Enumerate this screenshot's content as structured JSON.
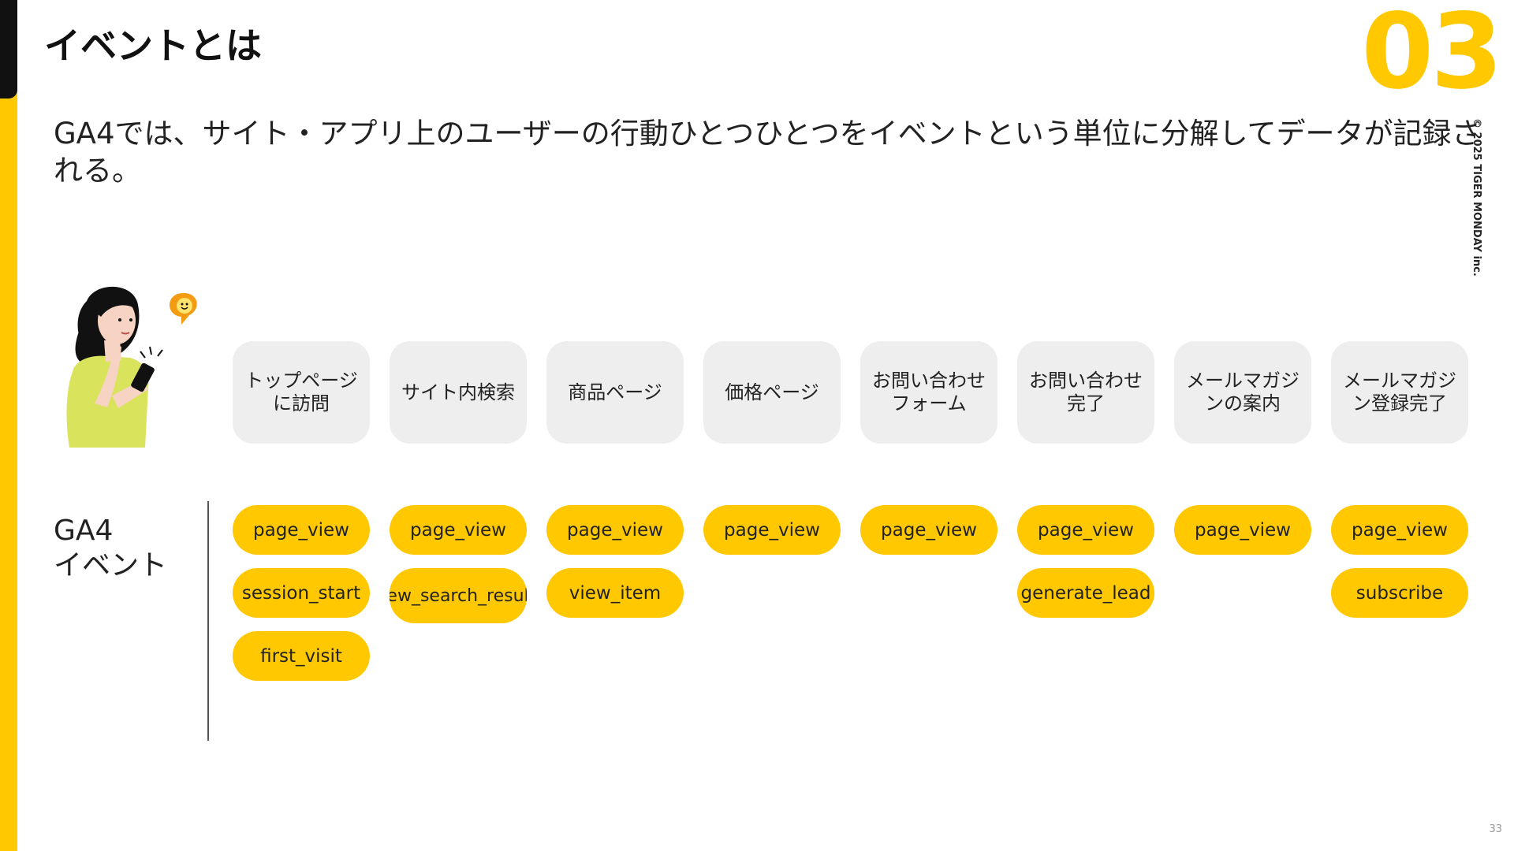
{
  "slide": {
    "title": "イベントとは",
    "section_number": "03",
    "copyright": "© 2025 TIGER MONDAY inc.",
    "lead": "GA4では、サイト・アプリ上のユーザーの行動ひとつひとつをイベントという単位に分解してデータが記録される。",
    "ga4_label_line1": "GA4",
    "ga4_label_line2": "イベント",
    "page_number": "33"
  },
  "steps": [
    "トップページに訪問",
    "サイト内検索",
    "商品ページ",
    "価格ページ",
    "お問い合わせフォーム",
    "お問い合わせ完了",
    "メールマガジンの案内",
    "メールマガジン登録完了"
  ],
  "events": [
    [
      "page_view",
      "session_start",
      "first_visit"
    ],
    [
      "page_view",
      "view_search_results"
    ],
    [
      "page_view",
      "view_item"
    ],
    [
      "page_view"
    ],
    [
      "page_view"
    ],
    [
      "page_view",
      "generate_lead"
    ],
    [
      "page_view"
    ],
    [
      "page_view",
      "subscribe"
    ]
  ],
  "colors": {
    "accent": "#FFC800",
    "dark": "#111111",
    "card": "#EEEEEE"
  },
  "illustration": "woman-with-smartphone"
}
